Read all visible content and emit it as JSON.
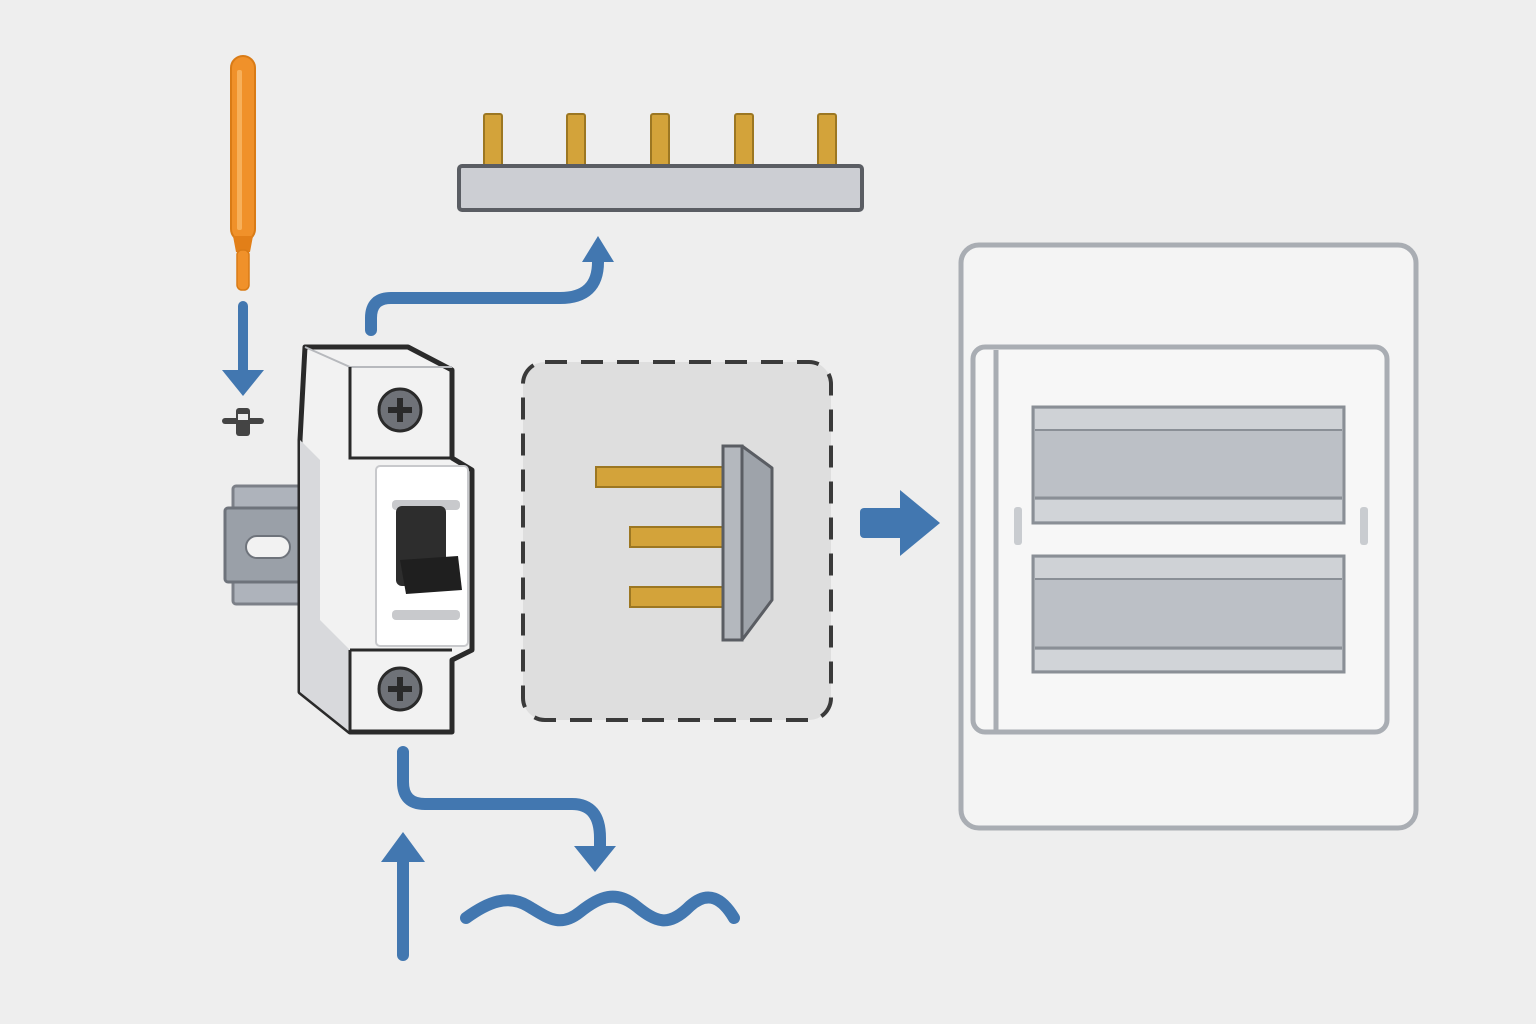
{
  "diagram": {
    "kind": "installation-illustration",
    "text_labels": [],
    "components": [
      "screwdriver",
      "busbar-comb",
      "din-rail",
      "circuit-breaker",
      "busbar-pin-connector",
      "distribution-enclosure"
    ],
    "icons": [
      "screwdriver-icon",
      "screw-icon",
      "arrow-down-icon",
      "arrow-up-icon",
      "arrow-right-icon",
      "wave-icon"
    ],
    "colors": {
      "background": "#eeeeee",
      "arrow": "#4277b0",
      "outline": "#333333",
      "body": "#f2f2f2",
      "copper": "#d3a33a",
      "handle": "#f0912a",
      "enclosure_frame": "#a9adb3",
      "rail": "#aeb3bb",
      "toggle": "#2d2d2d"
    }
  }
}
